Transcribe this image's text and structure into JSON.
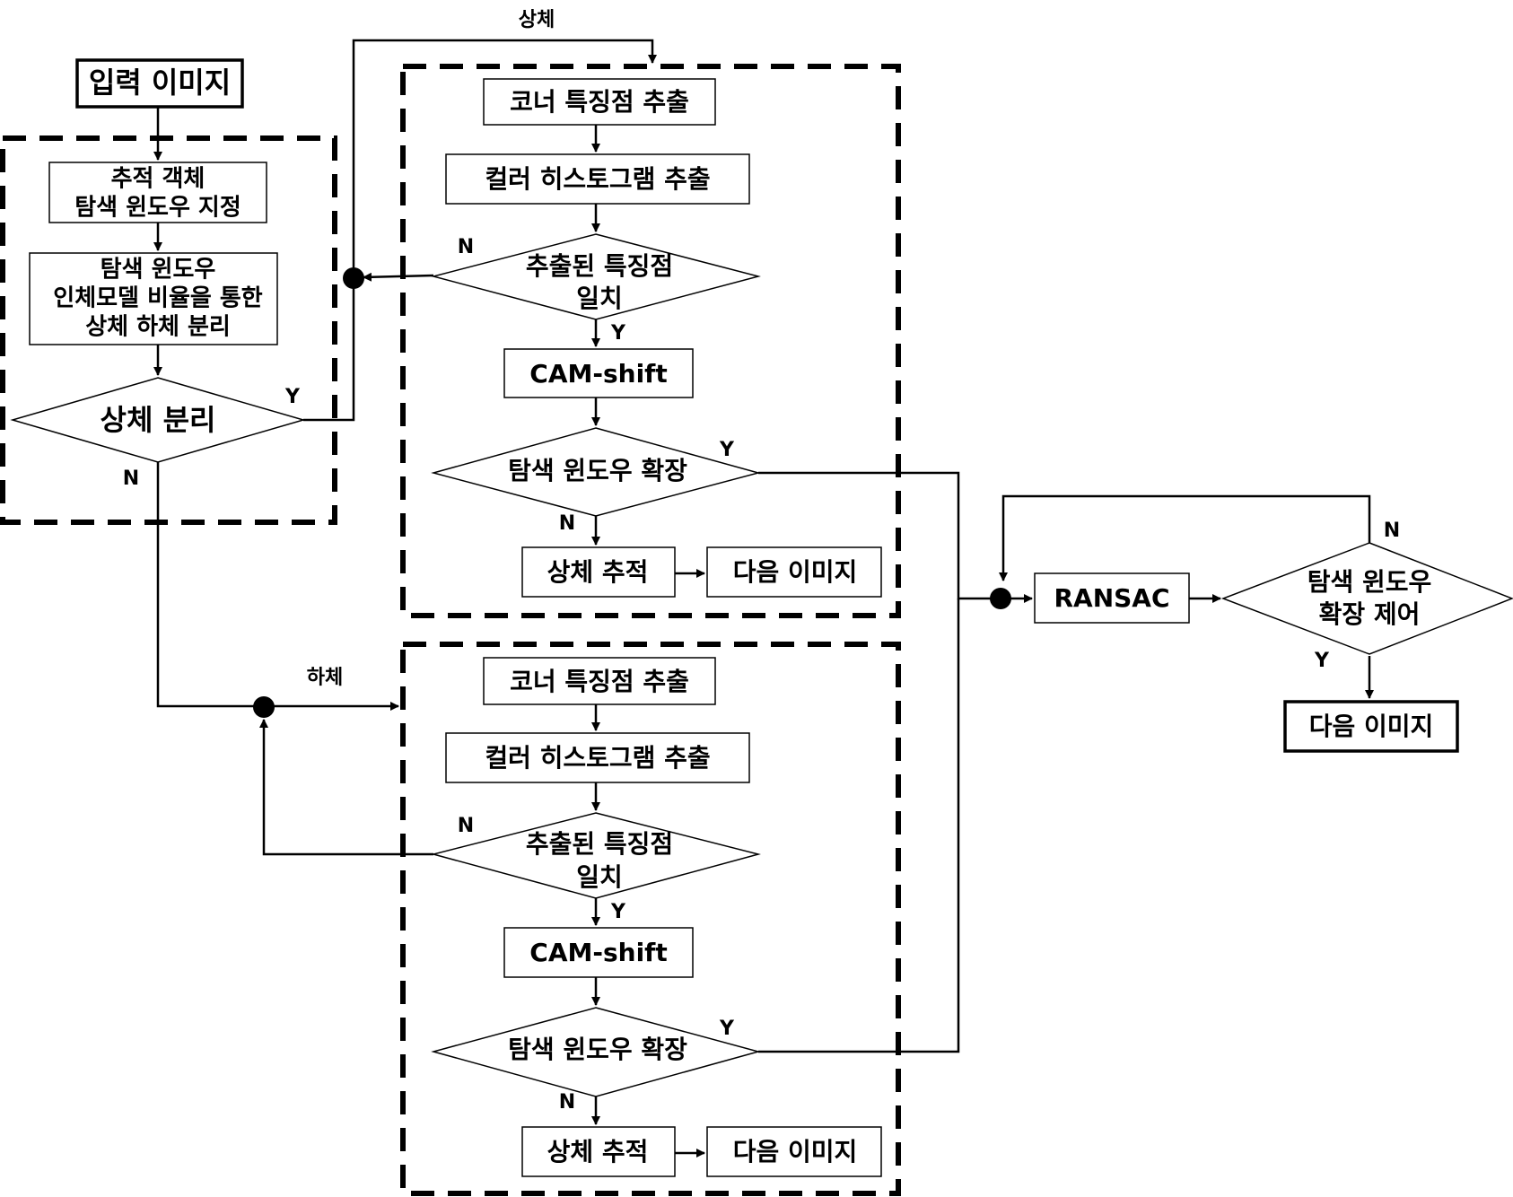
{
  "input": "입력 이미지",
  "left_panel": {
    "set_window_l1": "추적 객체",
    "set_window_l2": "탐색 윈도우 지정",
    "separate_l1": "탐색 윈도우",
    "separate_l2": "인체모델 비율을 통한",
    "separate_l3": "상체 하체 분리",
    "decision": "상체 분리",
    "yes": "Y",
    "no": "N"
  },
  "branch_labels": {
    "upper": "상체",
    "lower": "하체"
  },
  "upper_panel": {
    "corner": "코너 특징점 추출",
    "histogram": "컬러 히스토그램 추출",
    "match_l1": "추출된 특징점",
    "match_l2": "일치",
    "match_no": "N",
    "match_yes": "Y",
    "camshift": "CAM-shift",
    "expand": "탐색 윈도우 확장",
    "expand_yes": "Y",
    "expand_no": "N",
    "track": "상체 추적",
    "next": "다음 이미지"
  },
  "lower_panel": {
    "corner": "코너 특징점 추출",
    "histogram": "컬러 히스토그램 추출",
    "match_l1": "추출된 특징점",
    "match_l2": "일치",
    "match_no": "N",
    "match_yes": "Y",
    "camshift": "CAM-shift",
    "expand": "탐색 윈도우 확장",
    "expand_yes": "Y",
    "expand_no": "N",
    "track": "상체 추적",
    "next": "다음 이미지"
  },
  "right_panel": {
    "ransac": "RANSAC",
    "control_l1": "탐색 윈도우",
    "control_l2": "확장 제어",
    "control_no": "N",
    "control_yes": "Y",
    "next": "다음 이미지"
  }
}
